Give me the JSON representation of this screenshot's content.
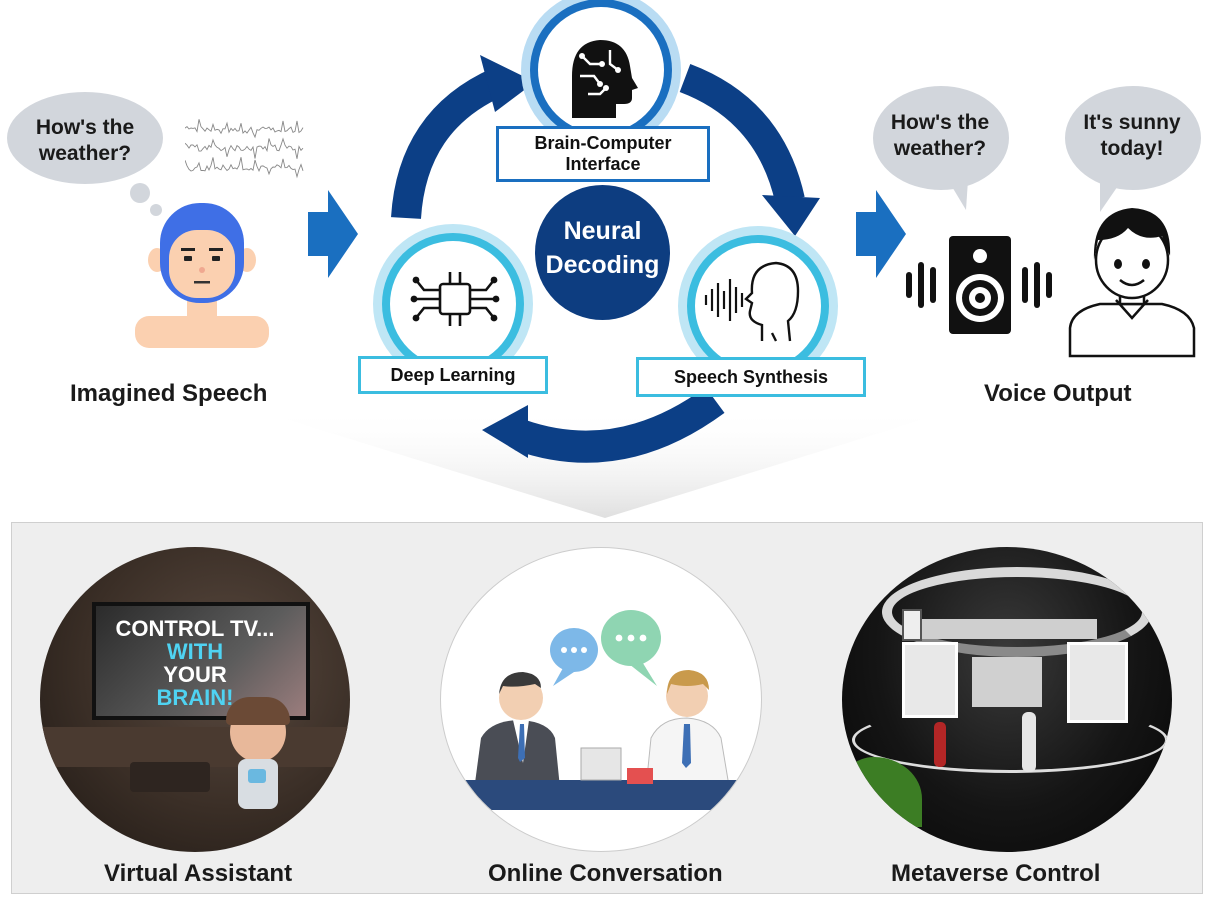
{
  "left": {
    "bubble": "How's the\nweather?",
    "caption": "Imagined Speech"
  },
  "cycle": {
    "center": "Neural\nDecoding",
    "top_label": "Brain-Computer\nInterface",
    "left_label": "Deep Learning",
    "right_label": "Speech Synthesis",
    "colors": {
      "dark": "#0c3f86",
      "mid": "#1a6fc0",
      "light": "#3bbde0"
    }
  },
  "right": {
    "bubble_speaker": "How's the\nweather?",
    "bubble_person": "It's sunny\ntoday!",
    "caption": "Voice Output"
  },
  "applications": [
    {
      "caption": "Virtual Assistant",
      "tv_lines": [
        "CONTROL TV...",
        "WITH",
        "YOUR",
        "BRAIN!"
      ]
    },
    {
      "caption": "Online Conversation"
    },
    {
      "caption": "Metaverse Control"
    }
  ],
  "icons": [
    "brain-head-icon",
    "neural-chip-icon",
    "speaking-head-icon",
    "speaker-icon",
    "waveform-icon",
    "eeg-signal-icon"
  ]
}
